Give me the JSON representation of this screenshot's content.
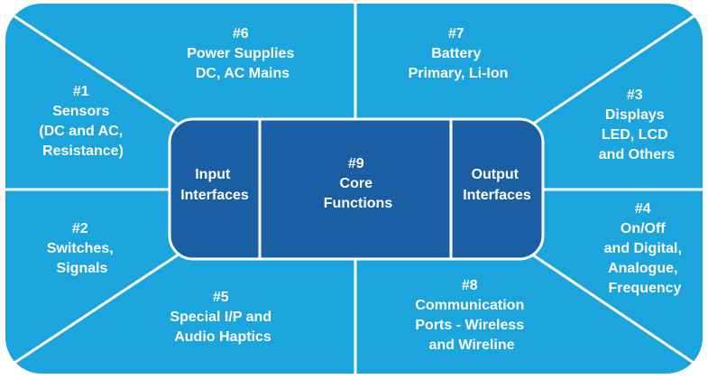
{
  "colors": {
    "outer_fill": "#1ba5dc",
    "divider": "#ffffff",
    "core_fill": "#1a5ea4",
    "core_stroke": "#ffffff"
  },
  "segments": {
    "s1": {
      "lines": [
        "#1",
        "Sensors",
        "(DC and AC,",
        "Resistance)"
      ]
    },
    "s2": {
      "lines": [
        "#2",
        "Switches,",
        "Signals"
      ]
    },
    "s3": {
      "lines": [
        "#3",
        "Displays",
        "LED, LCD",
        "and Others"
      ]
    },
    "s4": {
      "lines": [
        "#4",
        "On/Off",
        "and Digital,",
        "Analogue,",
        "Frequency"
      ]
    },
    "s5": {
      "lines": [
        "#5",
        "Special I/P and",
        "Audio Haptics"
      ]
    },
    "s6": {
      "lines": [
        "#6",
        "Power Supplies",
        "DC, AC Mains"
      ]
    },
    "s7": {
      "lines": [
        "#7",
        "Battery",
        "Primary, Li-Ion"
      ]
    },
    "s8": {
      "lines": [
        "#8",
        "Communication",
        "Ports - Wireless",
        "and Wireline"
      ]
    }
  },
  "core": {
    "input": {
      "lines": [
        "Input",
        "Interfaces"
      ]
    },
    "center": {
      "lines": [
        "#9",
        "Core",
        "Functions"
      ]
    },
    "output": {
      "lines": [
        "Output",
        "Interfaces"
      ]
    }
  }
}
